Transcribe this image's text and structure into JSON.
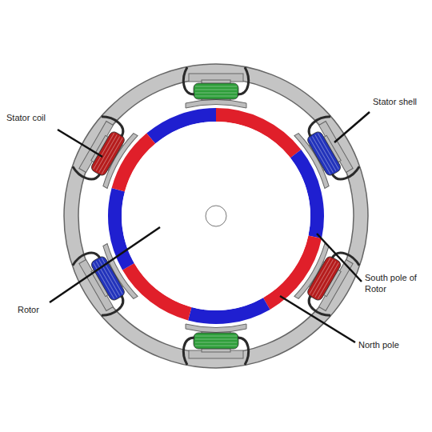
{
  "diagram": {
    "labels": [
      "Stator coil",
      "Stator shell",
      "Rotor",
      "South pole of Rotor",
      "North pole"
    ]
  }
}
